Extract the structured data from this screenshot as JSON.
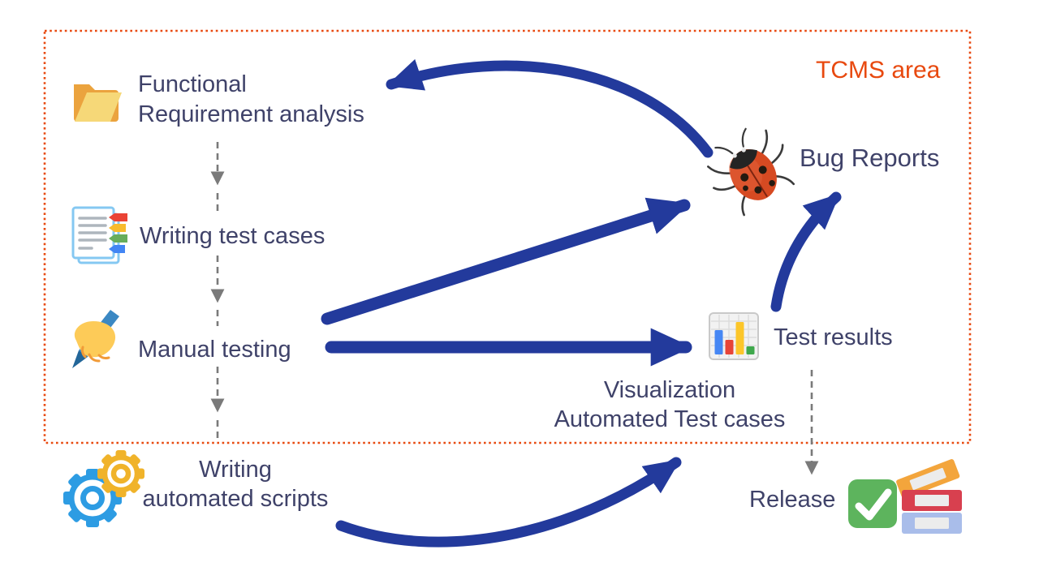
{
  "diagram": {
    "tcms_area_label": "TCMS area",
    "nodes": {
      "functional_requirement_analysis": {
        "line1": "Functional",
        "line2": "Requirement analysis",
        "icon": "open-folder-icon"
      },
      "writing_test_cases": {
        "label": "Writing test cases",
        "icon": "bookmark-tabs-icon"
      },
      "manual_testing": {
        "label": "Manual testing",
        "icon": "writing-hand-icon"
      },
      "writing_automated_scripts": {
        "line1": "Writing",
        "line2": "automated scripts",
        "icon": "gears-icon"
      },
      "bug_reports": {
        "label": "Bug Reports",
        "icon": "ladybug-icon"
      },
      "test_results": {
        "label": "Test results",
        "icon": "bar-chart-icon"
      },
      "visualization": {
        "line1": "Visualization",
        "line2": "Automated Test cases"
      },
      "release": {
        "label": "Release",
        "icons": [
          "check-mark-icon",
          "books-stack-icon"
        ]
      }
    },
    "edges": [
      {
        "from": "functional_requirement_analysis",
        "to": "writing_test_cases",
        "style": "dashed-gray"
      },
      {
        "from": "writing_test_cases",
        "to": "manual_testing",
        "style": "dashed-gray"
      },
      {
        "from": "manual_testing",
        "to": "writing_automated_scripts",
        "style": "dashed-gray"
      },
      {
        "from": "manual_testing",
        "to": "bug_reports",
        "style": "solid-blue"
      },
      {
        "from": "manual_testing",
        "to": "test_results",
        "style": "solid-blue"
      },
      {
        "from": "test_results",
        "to": "bug_reports",
        "style": "solid-blue"
      },
      {
        "from": "bug_reports",
        "to": "functional_requirement_analysis",
        "style": "solid-blue"
      },
      {
        "from": "writing_automated_scripts",
        "to": "visualization",
        "style": "solid-blue"
      },
      {
        "from": "test_results",
        "to": "release",
        "style": "dashed-gray"
      }
    ],
    "colors": {
      "arrow_blue": "#233a9c",
      "area_orange": "#e8490f",
      "text_navy": "#3f4269",
      "connector_gray": "#7a7a7a"
    }
  }
}
